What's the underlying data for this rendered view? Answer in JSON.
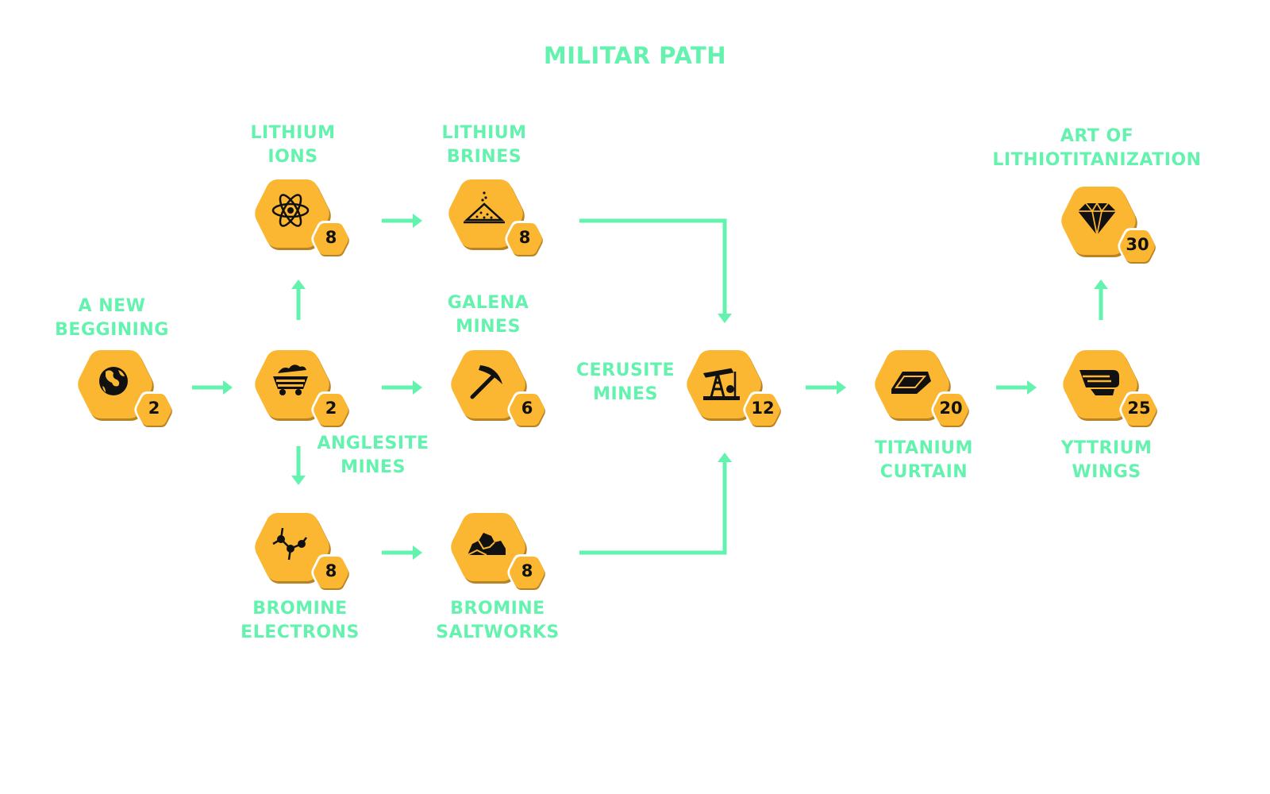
{
  "title": "MILITAR PATH",
  "colors": {
    "accent": "#63f3ae",
    "hex_fill": "#fbb731",
    "hex_stroke": "#b98324",
    "badge_text": "#111111"
  },
  "nodes": [
    {
      "id": "a-new-beggining",
      "label": "A NEW\nBEGGINING",
      "cost": "2",
      "icon": "globe-icon"
    },
    {
      "id": "anglesite-mines",
      "label": "ANGLESITE\nMINES",
      "cost": "2",
      "icon": "mine-cart-icon"
    },
    {
      "id": "lithium-ions",
      "label": "LITHIUM\nIONS",
      "cost": "8",
      "icon": "atom-icon"
    },
    {
      "id": "lithium-brines",
      "label": "LITHIUM\nBRINES",
      "cost": "8",
      "icon": "salt-pile-icon"
    },
    {
      "id": "galena-mines",
      "label": "GALENA\nMINES",
      "cost": "6",
      "icon": "pickaxe-icon"
    },
    {
      "id": "bromine-electrons",
      "label": "BROMINE\nELECTRONS",
      "cost": "8",
      "icon": "molecule-icon"
    },
    {
      "id": "bromine-saltworks",
      "label": "BROMINE\nSALTWORKS",
      "cost": "8",
      "icon": "rocks-icon"
    },
    {
      "id": "cerusite-mines",
      "label": "CERUSITE\nMINES",
      "cost": "12",
      "icon": "oil-pump-icon"
    },
    {
      "id": "titanium-curtain",
      "label": "TITANIUM\nCURTAIN",
      "cost": "20",
      "icon": "ingot-icon"
    },
    {
      "id": "yttrium-wings",
      "label": "YTTRIUM\nWINGS",
      "cost": "25",
      "icon": "wings-icon"
    },
    {
      "id": "art-of-lithiotitanization",
      "label": "ART OF\nLITHIOTITANIZATION",
      "cost": "30",
      "icon": "diamond-icon"
    }
  ]
}
